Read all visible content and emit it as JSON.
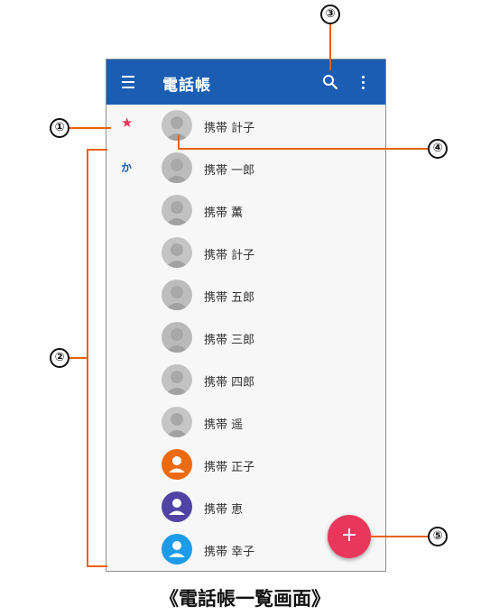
{
  "app": {
    "title": "電話帳",
    "icons": {
      "menu": "menu-icon",
      "search": "search-icon",
      "more": "more-vert-icon",
      "add": "add-icon"
    },
    "accent_color": "#1a5db3",
    "fab_color": "#e8375b",
    "fab_label": "+"
  },
  "contacts": [
    {
      "section": "★",
      "name": "携帯 計子",
      "avatar": "photo",
      "avatar_color": "#c4c4c4"
    },
    {
      "section": "か",
      "name": "携帯 一郎",
      "avatar": "photo",
      "avatar_color": "#bcbcbc"
    },
    {
      "section": "",
      "name": "携帯 薫",
      "avatar": "photo",
      "avatar_color": "#c1c1c1"
    },
    {
      "section": "",
      "name": "携帯 計子",
      "avatar": "photo",
      "avatar_color": "#c4c4c4"
    },
    {
      "section": "",
      "name": "携帯 五郎",
      "avatar": "photo",
      "avatar_color": "#bdbdbd"
    },
    {
      "section": "",
      "name": "携帯 三郎",
      "avatar": "photo",
      "avatar_color": "#bababa"
    },
    {
      "section": "",
      "name": "携帯 四郎",
      "avatar": "photo",
      "avatar_color": "#c2c2c2"
    },
    {
      "section": "",
      "name": "携帯 遥",
      "avatar": "photo",
      "avatar_color": "#c6c6c6"
    },
    {
      "section": "",
      "name": "携帯 正子",
      "avatar": "person",
      "avatar_color": "#ec6b12"
    },
    {
      "section": "",
      "name": "携帯 恵",
      "avatar": "person",
      "avatar_color": "#5043a4"
    },
    {
      "section": "",
      "name": "携帯 幸子",
      "avatar": "person",
      "avatar_color": "#1e9be8"
    }
  ],
  "callouts": [
    "①",
    "②",
    "③",
    "④",
    "⑤"
  ],
  "caption": "《電話帳一覧画面》"
}
